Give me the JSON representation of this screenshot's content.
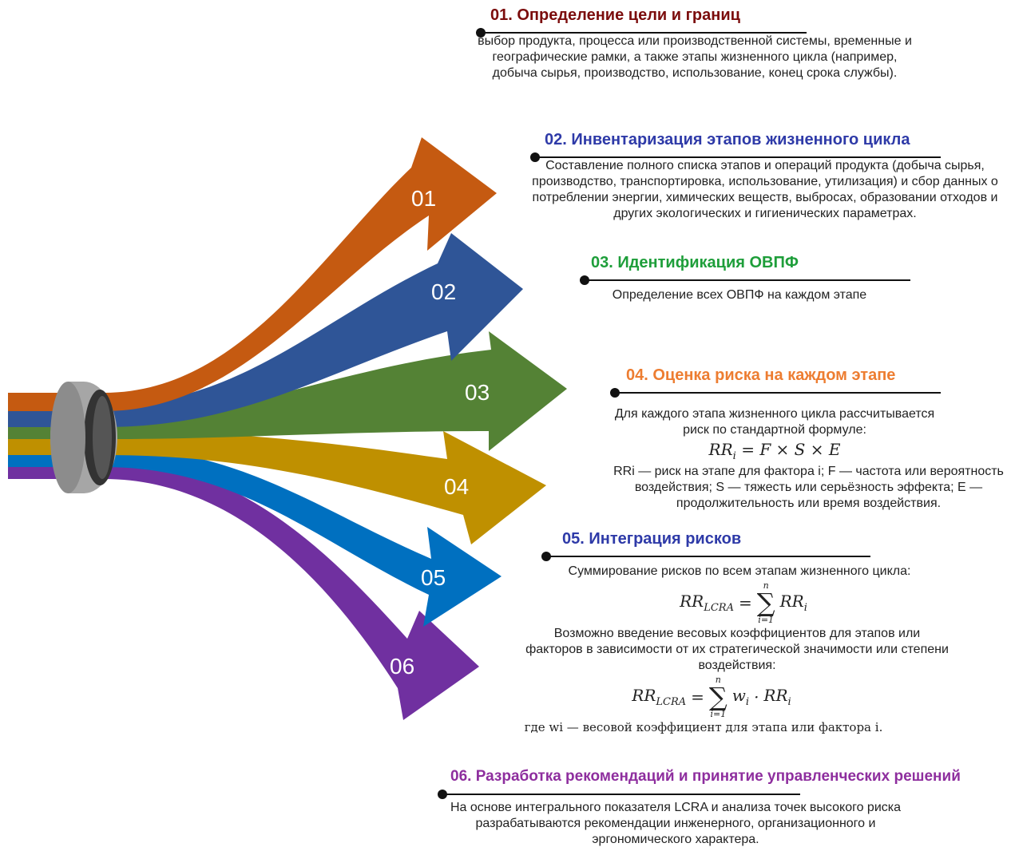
{
  "arrows": [
    {
      "num": "01",
      "color": "#C55A11"
    },
    {
      "num": "02",
      "color": "#2F5597"
    },
    {
      "num": "03",
      "color": "#548235"
    },
    {
      "num": "04",
      "color": "#BF9000"
    },
    {
      "num": "05",
      "color": "#0070C0"
    },
    {
      "num": "06",
      "color": "#7030A0"
    }
  ],
  "ring_color": "#A6A6A6",
  "steps": [
    {
      "title": "01. Определение цели и границ",
      "color": "#7B0C0C",
      "desc": "выбор продукта, процесса или производственной системы, временные и географические рамки, а также этапы жизненного цикла (например, добыча сырья, производство, использование, конец срока службы)."
    },
    {
      "title": "02. Инвентаризация этапов жизненного цикла",
      "color": "#2E3AA8",
      "desc": "Составление полного списка этапов и операций продукта (добыча сырья, производство, транспортировка, использование, утилизация) и сбор данных о потреблении энергии, химических веществ, выбросах, образовании отходов и других экологических и гигиенических параметрах."
    },
    {
      "title": "03. Идентификация ОВПФ",
      "color": "#1E9E3A",
      "desc": "Определение всех ОВПФ на каждом этапе"
    },
    {
      "title": "04. Оценка риска на каждом этапе",
      "color": "#ED7D31",
      "desc": "Для каждого этапа жизненного цикла рассчитывается риск по стандартной формуле:",
      "formula": {
        "lhs": "RR",
        "sub": "i",
        "rhs": "= F × S × E"
      },
      "desc2": "RRi — риск на этапе для фактора i; F — частота или вероятность воздействия; S — тяжесть или серьёзность эффекта; E — продолжительность или время воздействия."
    },
    {
      "title": "05. Интеграция рисков",
      "color": "#2E3AA8",
      "desc": "Суммирование рисков по всем этапам жизненного цикла:",
      "formula1": {
        "lhs": "RR",
        "sub": "LCRA",
        "eq": "=",
        "upper": "n",
        "lower": "i=1",
        "sigma": "∑",
        "term": "RR",
        "term_sub": "i"
      },
      "desc2": "Возможно введение весовых коэффициентов для этапов или факторов в зависимости от их стратегической значимости или степени воздействия:",
      "formula2": {
        "lhs": "RR",
        "sub": "LCRA",
        "eq": "=",
        "upper": "n",
        "lower": "i=1",
        "sigma": "∑",
        "term": "w",
        "term_sub": "i",
        "dot": "·",
        "term2": "RR",
        "term2_sub": "i"
      },
      "note": "где wi — весовой коэффициент для этапа или фактора i."
    },
    {
      "title": "06. Разработка рекомендаций и принятие управленческих решений",
      "color": "#8E2E9E",
      "desc": "На основе интегрального показателя LCRA и анализа точек высокого риска разрабатываются рекомендации инженерного, организационного и эргономического характера."
    }
  ]
}
